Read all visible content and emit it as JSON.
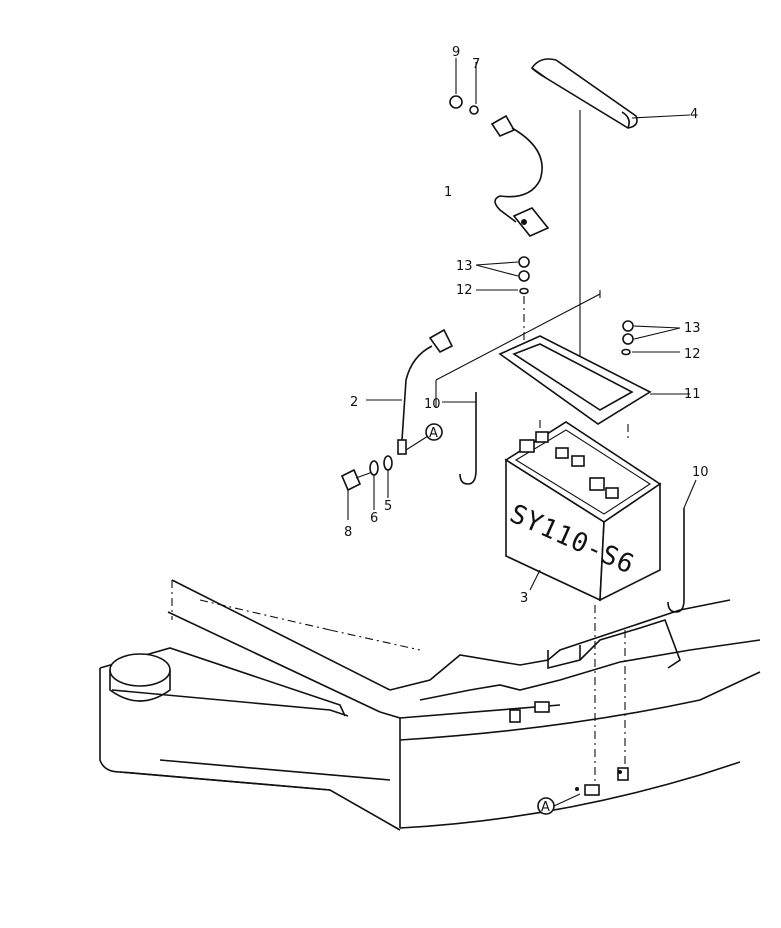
{
  "diagram": {
    "battery_model": "SY110-S6",
    "ref_marker": "A",
    "callouts": [
      {
        "id": "c9",
        "text": "9"
      },
      {
        "id": "c7",
        "text": "7"
      },
      {
        "id": "c4",
        "text": "4"
      },
      {
        "id": "c1",
        "text": "1"
      },
      {
        "id": "c13a",
        "text": "13"
      },
      {
        "id": "c12a",
        "text": "12"
      },
      {
        "id": "c13b",
        "text": "13"
      },
      {
        "id": "c12b",
        "text": "12"
      },
      {
        "id": "c11",
        "text": "11"
      },
      {
        "id": "c2",
        "text": "2"
      },
      {
        "id": "c10a",
        "text": "10"
      },
      {
        "id": "c10b",
        "text": "10"
      },
      {
        "id": "c8",
        "text": "8"
      },
      {
        "id": "c6",
        "text": "6"
      },
      {
        "id": "c5",
        "text": "5"
      },
      {
        "id": "c3",
        "text": "3"
      }
    ]
  }
}
